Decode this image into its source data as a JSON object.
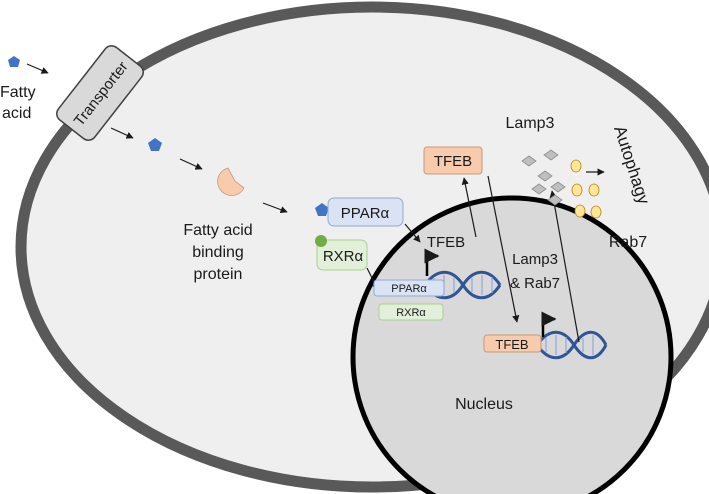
{
  "labels": {
    "fatty_acid_1": "Fatty",
    "fatty_acid_2": "acid",
    "transporter": "Transporter",
    "fabp_1": "Fatty acid",
    "fabp_2": "binding",
    "fabp_3": "protein",
    "ppara": "PPARα",
    "rxra": "RXRα",
    "ppara_small": "PPARα",
    "rxra_small": "RXRα",
    "tfeb_cyto": "TFEB",
    "tfeb_label": "TFEB",
    "tfeb_nuclear": "TFEB",
    "lamp3_rab7_1": "Lamp3",
    "lamp3_rab7_2": "& Rab7",
    "lamp3": "Lamp3",
    "autophagy": "Autophagy",
    "rab7": "Rab7",
    "nucleus": "Nucleus"
  },
  "colors": {
    "cell_border": "#595959",
    "cytoplasm": "#efefef",
    "nucleus_fill": "#d9d9d9",
    "nucleus_border": "#000000",
    "fatty_acid": "#4472c4",
    "fabp": "#f8cbad",
    "ppar_box": "#dae3f3",
    "rxr_box": "#e2f0d9",
    "rxr_ligand": "#70ad47",
    "tfeb_box": "#f8cbad",
    "dna": "#2f5597",
    "lamp3": "#bfbfbf",
    "rab7": "#ffe699",
    "transporter": "#d9d9d9"
  }
}
